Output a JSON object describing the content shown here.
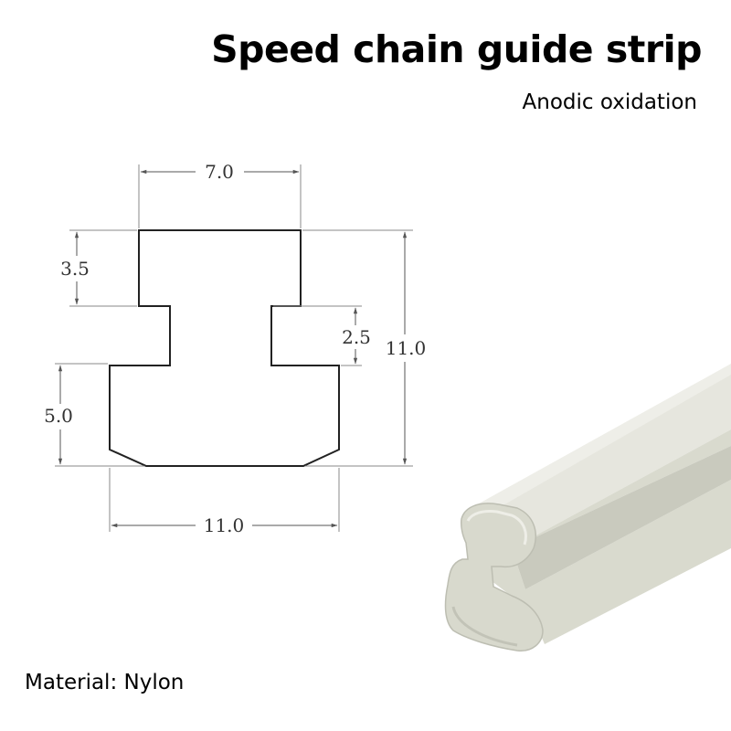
{
  "header": {
    "title": "Speed chain guide strip",
    "subtitle": "Anodic oxidation"
  },
  "footer": {
    "material": "Material: Nylon"
  },
  "drawing": {
    "dimensions": {
      "top_width": "7.0",
      "top_height": "3.5",
      "slot_height": "2.5",
      "total_height": "11.0",
      "bottom_height": "5.0",
      "bottom_width": "11.0"
    }
  },
  "colors": {
    "profile_fill": "#dcddd3",
    "profile_light": "#ecece5",
    "profile_shadow": "#c6c7bc"
  }
}
